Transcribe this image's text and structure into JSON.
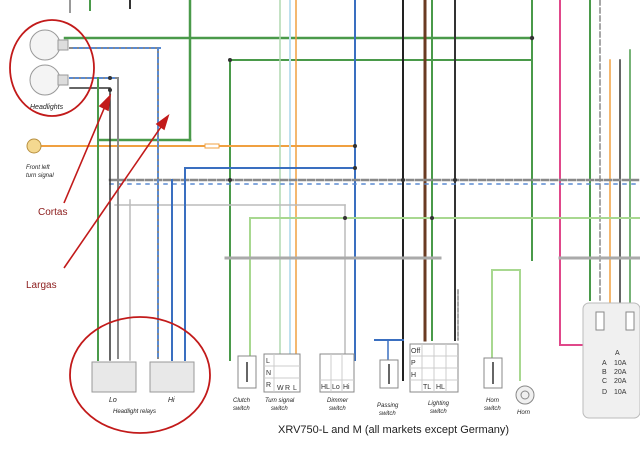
{
  "labels": {
    "headlights": "Headlights",
    "front_left_turn_signal_1": "Front left",
    "front_left_turn_signal_2": "turn signal",
    "lo": "Lo",
    "hi": "Hi",
    "headlight_relays": "Headlight relays",
    "clutch_switch_1": "Clutch",
    "clutch_switch_2": "switch",
    "turn_signal_switch_1": "Turn signal",
    "turn_signal_switch_2": "switch",
    "dimmer_switch_1": "Dimmer",
    "dimmer_switch_2": "switch",
    "passing_switch_1": "Passing",
    "passing_switch_2": "switch",
    "lighting_switch_1": "Lighting",
    "lighting_switch_2": "switch",
    "horn_switch_1": "Horn",
    "horn_switch_2": "switch",
    "horn": "Horn"
  },
  "annotations": {
    "cortas": "Cortas",
    "largas": "Largas"
  },
  "title": "XRV750-L and M (all markets except Germany)",
  "turn_signal_letters": [
    "L",
    "N",
    "R",
    "W",
    "R",
    "L"
  ],
  "dimmer_letters": [
    "HL",
    "Lo",
    "Hi"
  ],
  "lighting_letters": [
    "Off",
    "P",
    "H",
    "TL",
    "HL"
  ],
  "fuse_box": {
    "header": "A",
    "rows": [
      {
        "letter": "A",
        "value": "10A"
      },
      {
        "letter": "B",
        "value": "20A"
      },
      {
        "letter": "C",
        "value": "20A"
      },
      {
        "letter": "D",
        "value": "10A"
      }
    ]
  },
  "colors": {
    "annotation_red": "#c21a1a",
    "wire_green": "#4a9a4a",
    "wire_blue": "#3a6fc0",
    "wire_orange": "#f0a040",
    "wire_brown": "#6a3a22",
    "wire_pink": "#e0488a",
    "wire_lightgreen": "#a8d890"
  }
}
